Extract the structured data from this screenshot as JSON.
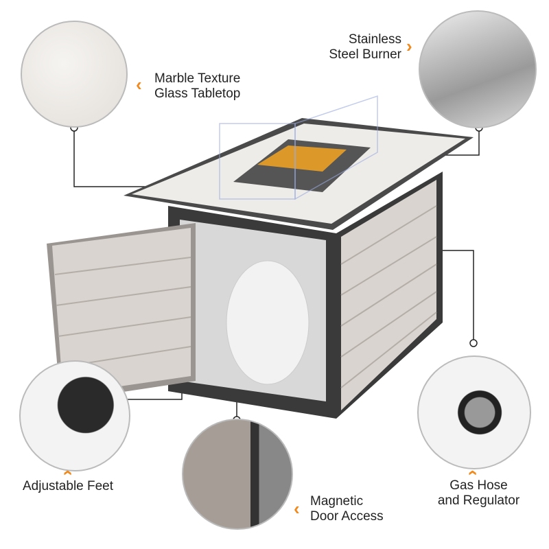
{
  "features": [
    {
      "id": "tabletop",
      "lines": [
        "Marble Texture",
        "Glass Tabletop"
      ]
    },
    {
      "id": "burner",
      "lines": [
        "Stainless",
        "Steel Burner"
      ]
    },
    {
      "id": "feet",
      "lines": [
        "Adjustable Feet"
      ]
    },
    {
      "id": "regulator",
      "lines": [
        "Gas Hose",
        "and Regulator"
      ]
    },
    {
      "id": "door",
      "lines": [
        "Magnetic",
        "Door Access"
      ]
    }
  ],
  "colors": {
    "accent": "#f08a1e",
    "text": "#222222",
    "frame": "#4a4a4a",
    "panel": "#d9d4cf"
  }
}
